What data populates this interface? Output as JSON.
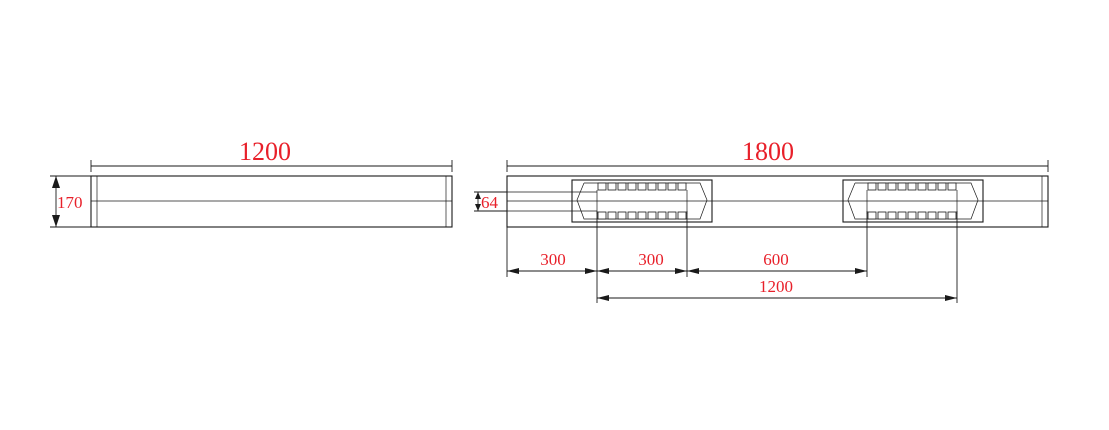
{
  "colors": {
    "line": "#1a1a1a",
    "dimension_text": "#e8202a",
    "background": "#ffffff"
  },
  "side_view": {
    "length_label": "1200",
    "height_label": "170"
  },
  "front_view": {
    "length_label": "1800",
    "opening_height_label": "64",
    "dim_300_a": "300",
    "dim_300_b": "300",
    "dim_600": "600",
    "dim_1200": "1200"
  }
}
